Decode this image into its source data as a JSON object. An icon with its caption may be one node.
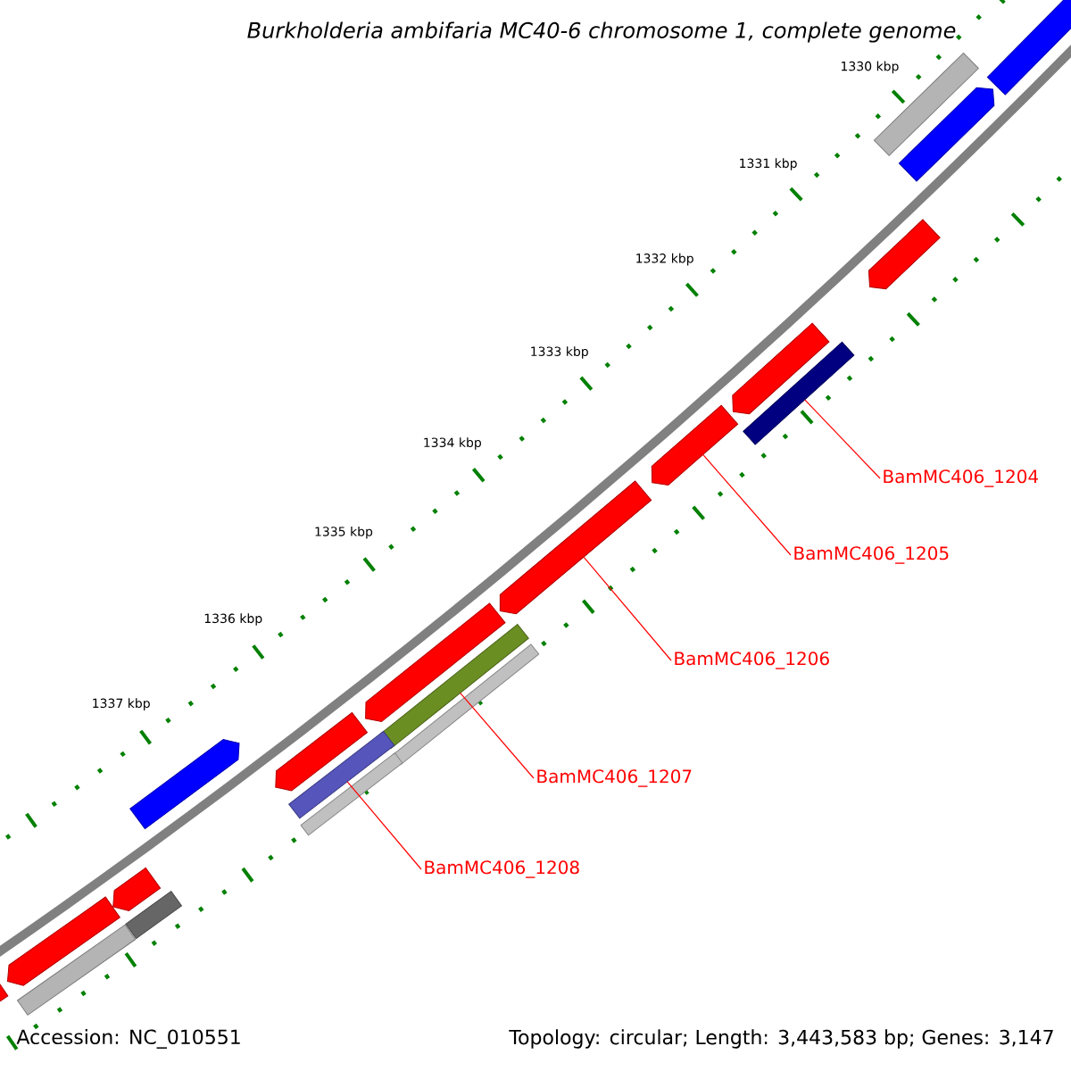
{
  "diagram": {
    "title": "Burkholderia ambifaria MC40-6 chromosome 1, complete genome",
    "nodes": [
      {
        "text": [
          "BamMC406_1204"
        ]
      },
      {
        "text": [
          "BamMC406_1205"
        ]
      },
      {
        "text": [
          "BamMC406_1206"
        ]
      },
      {
        "text": [
          "BamMC406_1207"
        ]
      },
      {
        "text": [
          "BamMC406_1208"
        ]
      },
      {
        "text": [],
        "shape": "bar"
      },
      {
        "text": [],
        "shape": "arrow"
      },
      {
        "text": [],
        "shape": "arrow"
      },
      {
        "text": [],
        "shape": "bar"
      },
      {
        "text": [],
        "shape": "bar"
      }
    ],
    "edges": [
      {
        "from": 0,
        "to": 5,
        "arrow": "none"
      },
      {
        "from": 1,
        "to": 6,
        "arrow": "none"
      },
      {
        "from": 2,
        "to": 7,
        "arrow": "none"
      },
      {
        "from": 3,
        "to": 8,
        "arrow": "none"
      },
      {
        "from": 4,
        "to": 9,
        "arrow": "none"
      }
    ],
    "labels": [
      "1330 kbp",
      "1331 kbp",
      "1332 kbp",
      "1333 kbp",
      "1334 kbp",
      "1335 kbp",
      "1336 kbp",
      "1337 kbp",
      "Accession: NC_010551",
      "Topology: circular; Length: 3,443,583 bp; Genes: 3,147"
    ]
  }
}
